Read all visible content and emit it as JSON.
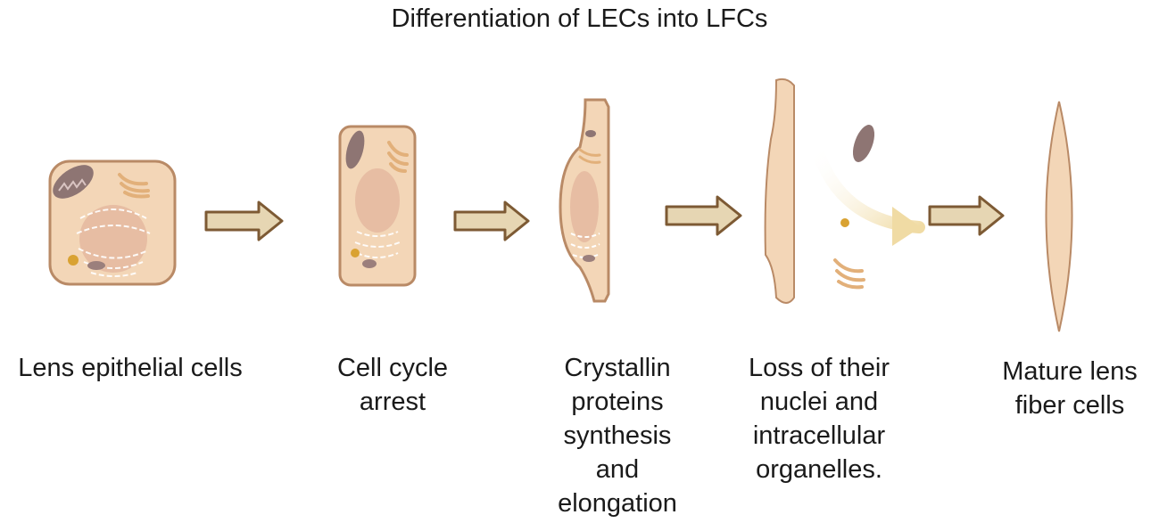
{
  "title": "Differentiation of LECs into LFCs",
  "stages": [
    {
      "lines": [
        "Lens epithelial cells"
      ]
    },
    {
      "lines": [
        "Cell cycle",
        "arrest"
      ]
    },
    {
      "lines": [
        "Crystallin",
        "proteins",
        "synthesis",
        "and",
        "elongation"
      ]
    },
    {
      "lines": [
        "Loss of their",
        "nuclei and",
        "intracellular",
        "organelles."
      ]
    },
    {
      "lines": [
        "Mature lens",
        "fiber cells"
      ]
    }
  ],
  "colors": {
    "cell_fill": "#f3d6b7",
    "cell_border": "#b98a66",
    "nucleus": "#e7bda3",
    "mitochondria": "#8e7573",
    "golgi": "#e9be8a",
    "vesicle": "#d9a232",
    "arrow_fill": "#e6d6b3",
    "arrow_border": "#7d5a34",
    "curved_arrow": "#f3e3b5"
  }
}
